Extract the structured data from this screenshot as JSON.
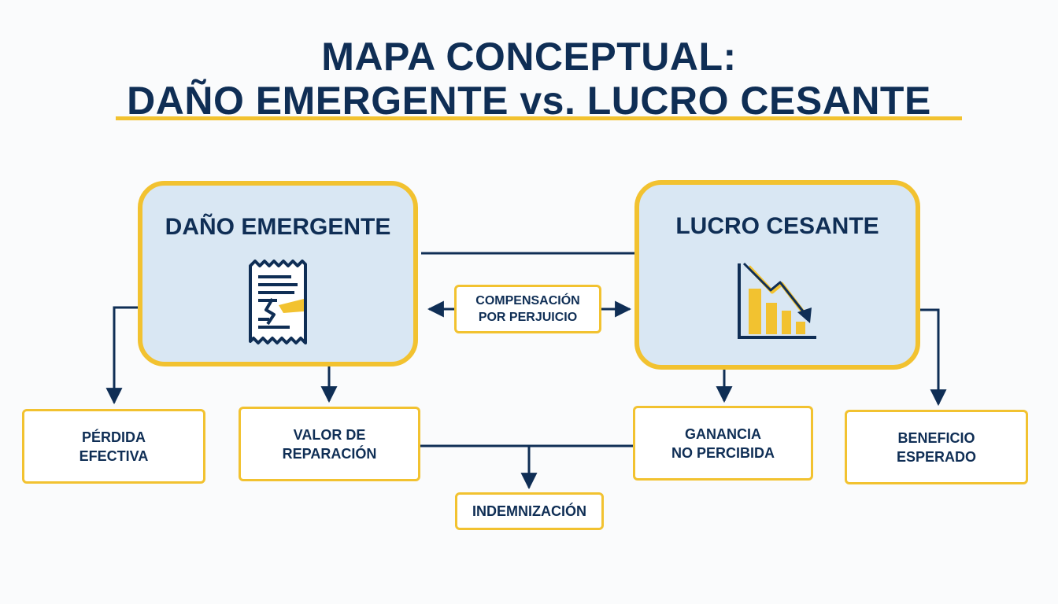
{
  "title": {
    "line1": "MAPA CONCEPTUAL:",
    "line2": "DAÑO EMERGENTE vs. LUCRO CESANTE"
  },
  "main_nodes": {
    "dano_emergente": "DAÑO EMERGENTE",
    "lucro_cesante": "LUCRO CESANTE"
  },
  "center_node": {
    "line1": "COMPENSACIÓN",
    "line2": "POR PERJUICIO"
  },
  "sub_nodes": {
    "perdida_efectiva": {
      "line1": "PÉRDIDA",
      "line2": "EFECTIVA"
    },
    "valor_reparacion": {
      "line1": "VALOR DE",
      "line2": "REPARACIÓN"
    },
    "ganancia_no_percibida": {
      "line1": "GANANCIA",
      "line2": "NO PERCIBIDA"
    },
    "beneficio_esperado": {
      "line1": "BENEFICIO",
      "line2": "ESPERADO"
    }
  },
  "bottom_node": "INDEMNIZACIÓN",
  "icons": {
    "dano_emergente": "damaged-receipt-icon",
    "lucro_cesante": "declining-bar-chart-icon"
  },
  "colors": {
    "navy": "#0f2e55",
    "gold": "#f2c230",
    "box_fill": "#d9e7f3",
    "background": "#fafbfc"
  }
}
